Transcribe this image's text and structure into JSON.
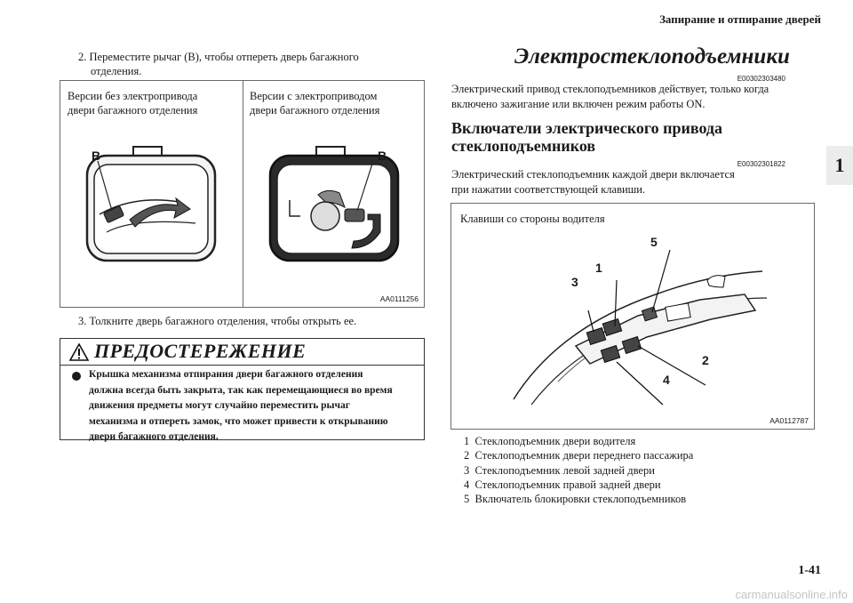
{
  "header": {
    "section_title": "Запирание и отпирание дверей",
    "chapter": "1"
  },
  "left": {
    "step2": {
      "num": "2.",
      "line1": "Переместите рычаг (B), чтобы отпереть дверь багажного",
      "line2": "отделения."
    },
    "figure1": {
      "col_left": {
        "line1": "Версии без электропривода",
        "line2": "двери багажного отделения"
      },
      "col_right": {
        "line1": "Версии с электроприводом",
        "line2": "двери багажного отделения"
      },
      "label_b_left": "B",
      "label_b_right": "B",
      "code": "AA0111256"
    },
    "step3": {
      "num": "3.",
      "text": "Толкните дверь багажного отделения, чтобы открыть ее."
    },
    "warning": {
      "title": "ПРЕДОСТЕРЕЖЕНИЕ",
      "lines": [
        "Крышка механизма отпирания двери багажного отделения",
        "должна всегда быть закрыта, так как перемещающиеся во время",
        "движения предметы могут случайно переместить рычаг",
        "механизма и отпереть замок, что может привести к открыванию",
        "двери багажного отделения."
      ]
    }
  },
  "right": {
    "title": "Электростеклоподъемники",
    "code1": "E00302303480",
    "intro": {
      "line1": "Электрический привод стеклоподъемников действует, только когда",
      "line2": "включено зажигание или включен режим работы ON."
    },
    "subtitle": {
      "line1": "Включатели электрического привода",
      "line2": "стеклоподъемников"
    },
    "code2": "E00302301822",
    "desc": {
      "line1": "Электрический стеклоподъемник каждой двери включается",
      "line2": "при нажатии соответствующей клавиши."
    },
    "figure2": {
      "caption": "Клавиши со стороны водителя",
      "callouts": {
        "c1": "1",
        "c2": "2",
        "c3": "3",
        "c4": "4",
        "c5": "5"
      },
      "code": "AA0112787"
    },
    "legend": [
      {
        "num": "1",
        "text": "Стеклоподъемник двери водителя"
      },
      {
        "num": "2",
        "text": "Стеклоподъемник двери переднего пассажира"
      },
      {
        "num": "3",
        "text": "Стеклоподъемник левой задней двери"
      },
      {
        "num": "4",
        "text": "Стеклоподъемник правой задней двери"
      },
      {
        "num": "5",
        "text": "Включатель блокировки стеклоподъемников"
      }
    ]
  },
  "footer": {
    "page_number": "1-41",
    "watermark": "carmanualsonline.info"
  }
}
